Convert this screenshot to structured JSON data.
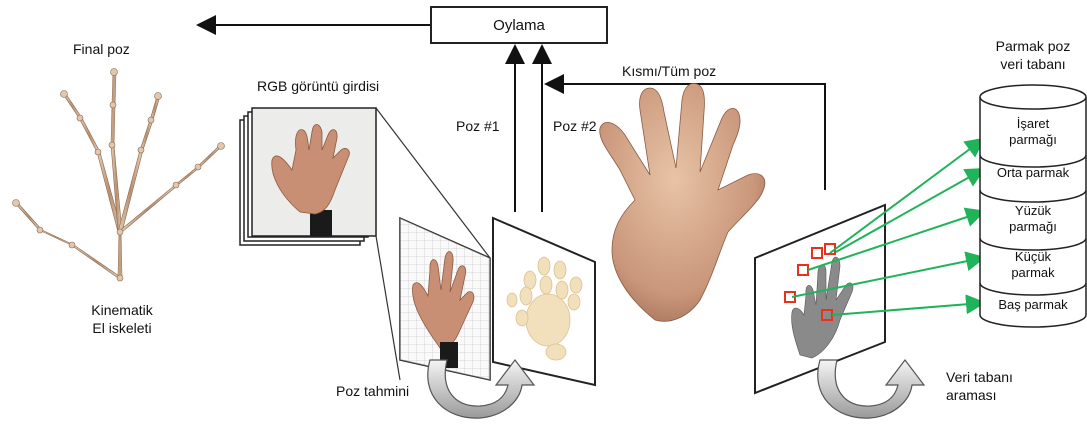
{
  "labels": {
    "voting": "Oylama",
    "final_pose": "Final poz",
    "rgb_input": "RGB görüntü girdisi",
    "partial_full_pose": "Kısmı/Tüm poz",
    "pose1": "Poz #1",
    "pose2": "Poz #2",
    "kinematic_line1": "Kinematik",
    "kinematic_line2": "El iskeleti",
    "pose_estimation": "Poz tahmini",
    "db_search_line1": "Veri tabanı",
    "db_search_line2": "araması",
    "db_title_line1": "Parmak poz",
    "db_title_line2": "veri tabanı"
  },
  "database": {
    "segments": [
      {
        "line1": "İşaret",
        "line2": "parmağı"
      },
      {
        "line1": "Orta parmak",
        "line2": ""
      },
      {
        "line1": "Yüzük",
        "line2": "parmağı"
      },
      {
        "line1": "Küçük",
        "line2": "parmak"
      },
      {
        "line1": "Baş parmak",
        "line2": ""
      }
    ]
  },
  "colors": {
    "link_green": "#1fb35a",
    "marker_red": "#e8321e",
    "bone": "#c9a98a",
    "skin": "#c89a7a"
  }
}
